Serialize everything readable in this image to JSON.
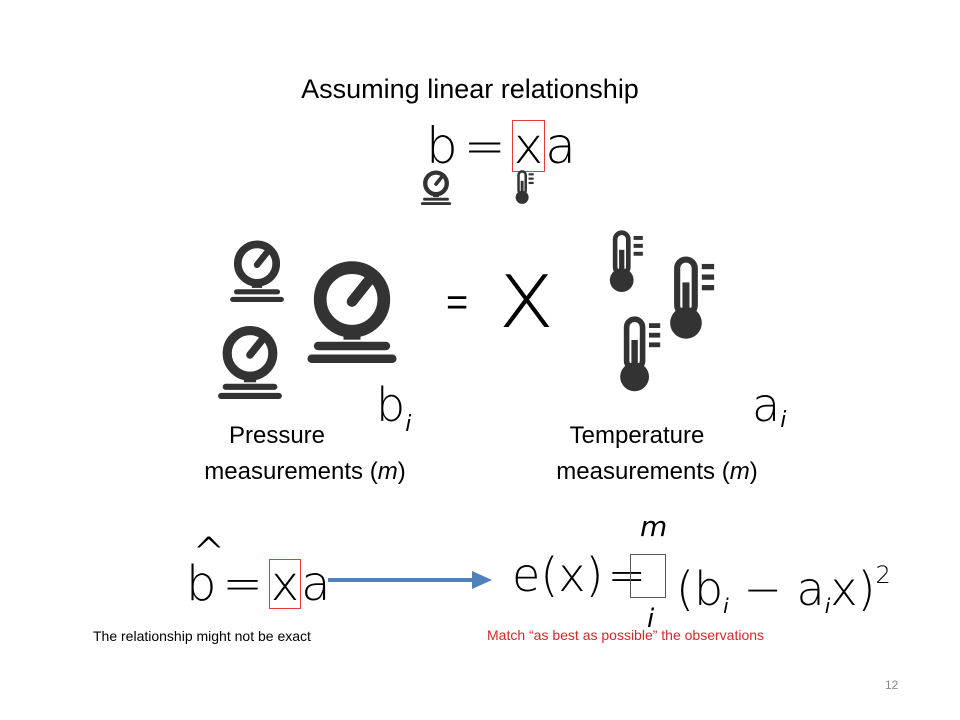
{
  "slide": {
    "title": "Assuming linear relationship",
    "top_equation": {
      "lhs": "b",
      "eq": "=",
      "x": "x",
      "rhs": "a"
    },
    "big_equation": {
      "eq": "=",
      "x": "x"
    },
    "pressure": {
      "line1": "Pressure",
      "line2_pre": "measurements (",
      "m": "m",
      "line2_post": ")",
      "symbol": "b",
      "sub": "i"
    },
    "temperature": {
      "line1": "Temperature",
      "line2_pre": "measurements (",
      "m": "m",
      "line2_post": ")",
      "symbol": "a",
      "sub": "i"
    },
    "bottom_left_equation": {
      "lhs": "b",
      "hat": "^",
      "eq": "=",
      "x": "x",
      "rhs": "a"
    },
    "error_equation": {
      "e": "e",
      "open": "(",
      "x": "x",
      "close": ")",
      "eq": "=",
      "upper": "m",
      "lower": "i",
      "term": "(b",
      "sub1": "i",
      "minus": " − a",
      "sub2": "i",
      "x2": "x)",
      "power": "2"
    },
    "caption_left": "The relationship might not be exact",
    "caption_right": "Match “as best as possible” the observations",
    "page_number": "12",
    "colors": {
      "red": "#d62828",
      "arrow": "#4f81bd",
      "box": "#e23b3b"
    },
    "icons": [
      "pressure-gauge-icon",
      "thermometer-icon",
      "arrow-icon"
    ]
  }
}
